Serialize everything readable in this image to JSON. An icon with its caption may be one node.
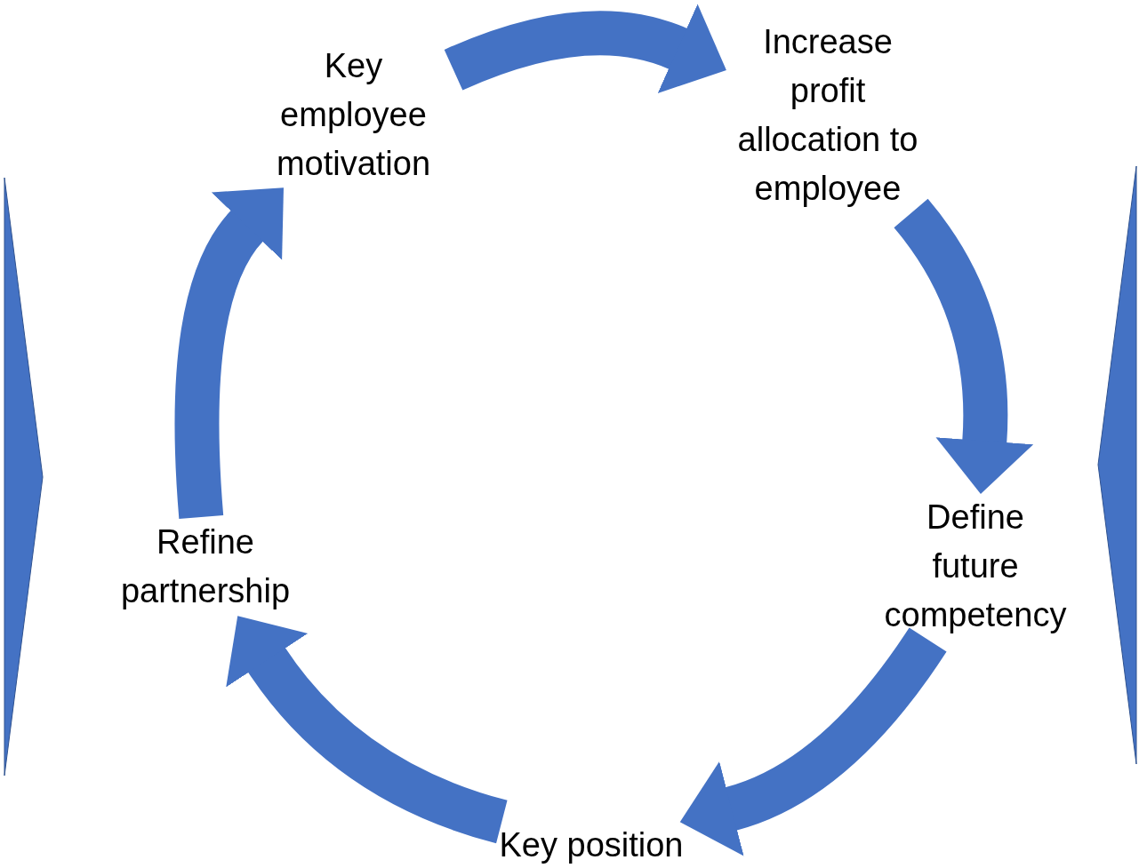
{
  "diagram": {
    "nodes": [
      {
        "text": [
          "Key employee motivation"
        ]
      },
      {
        "text": [
          "Increase profit allocation to employee"
        ]
      },
      {
        "text": [
          "Define future competency"
        ]
      },
      {
        "text": [
          "Key position"
        ]
      },
      {
        "text": [
          "Refine partnership"
        ]
      },
      {
        "text": [],
        "shape": "triangle"
      },
      {
        "text": [],
        "shape": "triangle"
      }
    ],
    "edges": [
      {
        "from": 0,
        "to": 1,
        "arrow": "to"
      },
      {
        "from": 1,
        "to": 2,
        "arrow": "to"
      },
      {
        "from": 2,
        "to": 3,
        "arrow": "to"
      },
      {
        "from": 3,
        "to": 4,
        "arrow": "to"
      },
      {
        "from": 4,
        "to": 0,
        "arrow": "to"
      }
    ]
  }
}
